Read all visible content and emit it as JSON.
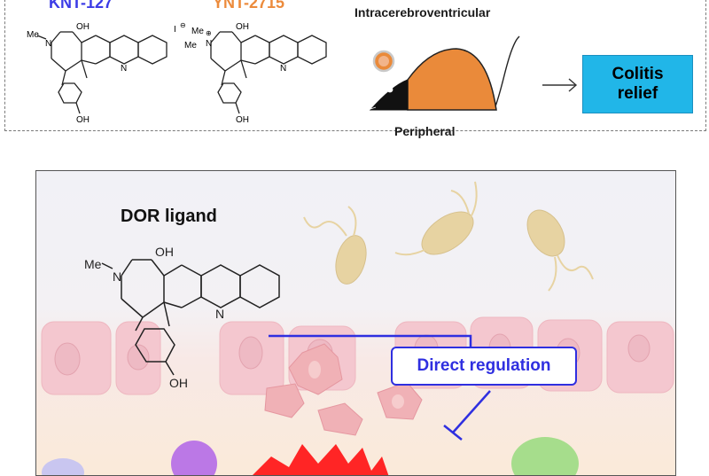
{
  "top": {
    "compounds": [
      {
        "name": "KNT-127",
        "color": "#3c3ce6"
      },
      {
        "name": "YNT-2715",
        "color": "#ec8b3c"
      }
    ],
    "route_top": "Intracerebroventricular",
    "route_bottom": "Peripheral",
    "outcome": {
      "line1": "Colitis",
      "line2": "relief",
      "color": "#21b6e8"
    }
  },
  "bottom": {
    "ligand_title": "DOR ligand",
    "regulation_label": "Direct regulation",
    "regulation_color": "#2f2fe0"
  },
  "molecule": {
    "me": "Me",
    "n": "N",
    "oh": "OH",
    "iodide": "I",
    "minus": "⊖",
    "plus": "⊕"
  }
}
